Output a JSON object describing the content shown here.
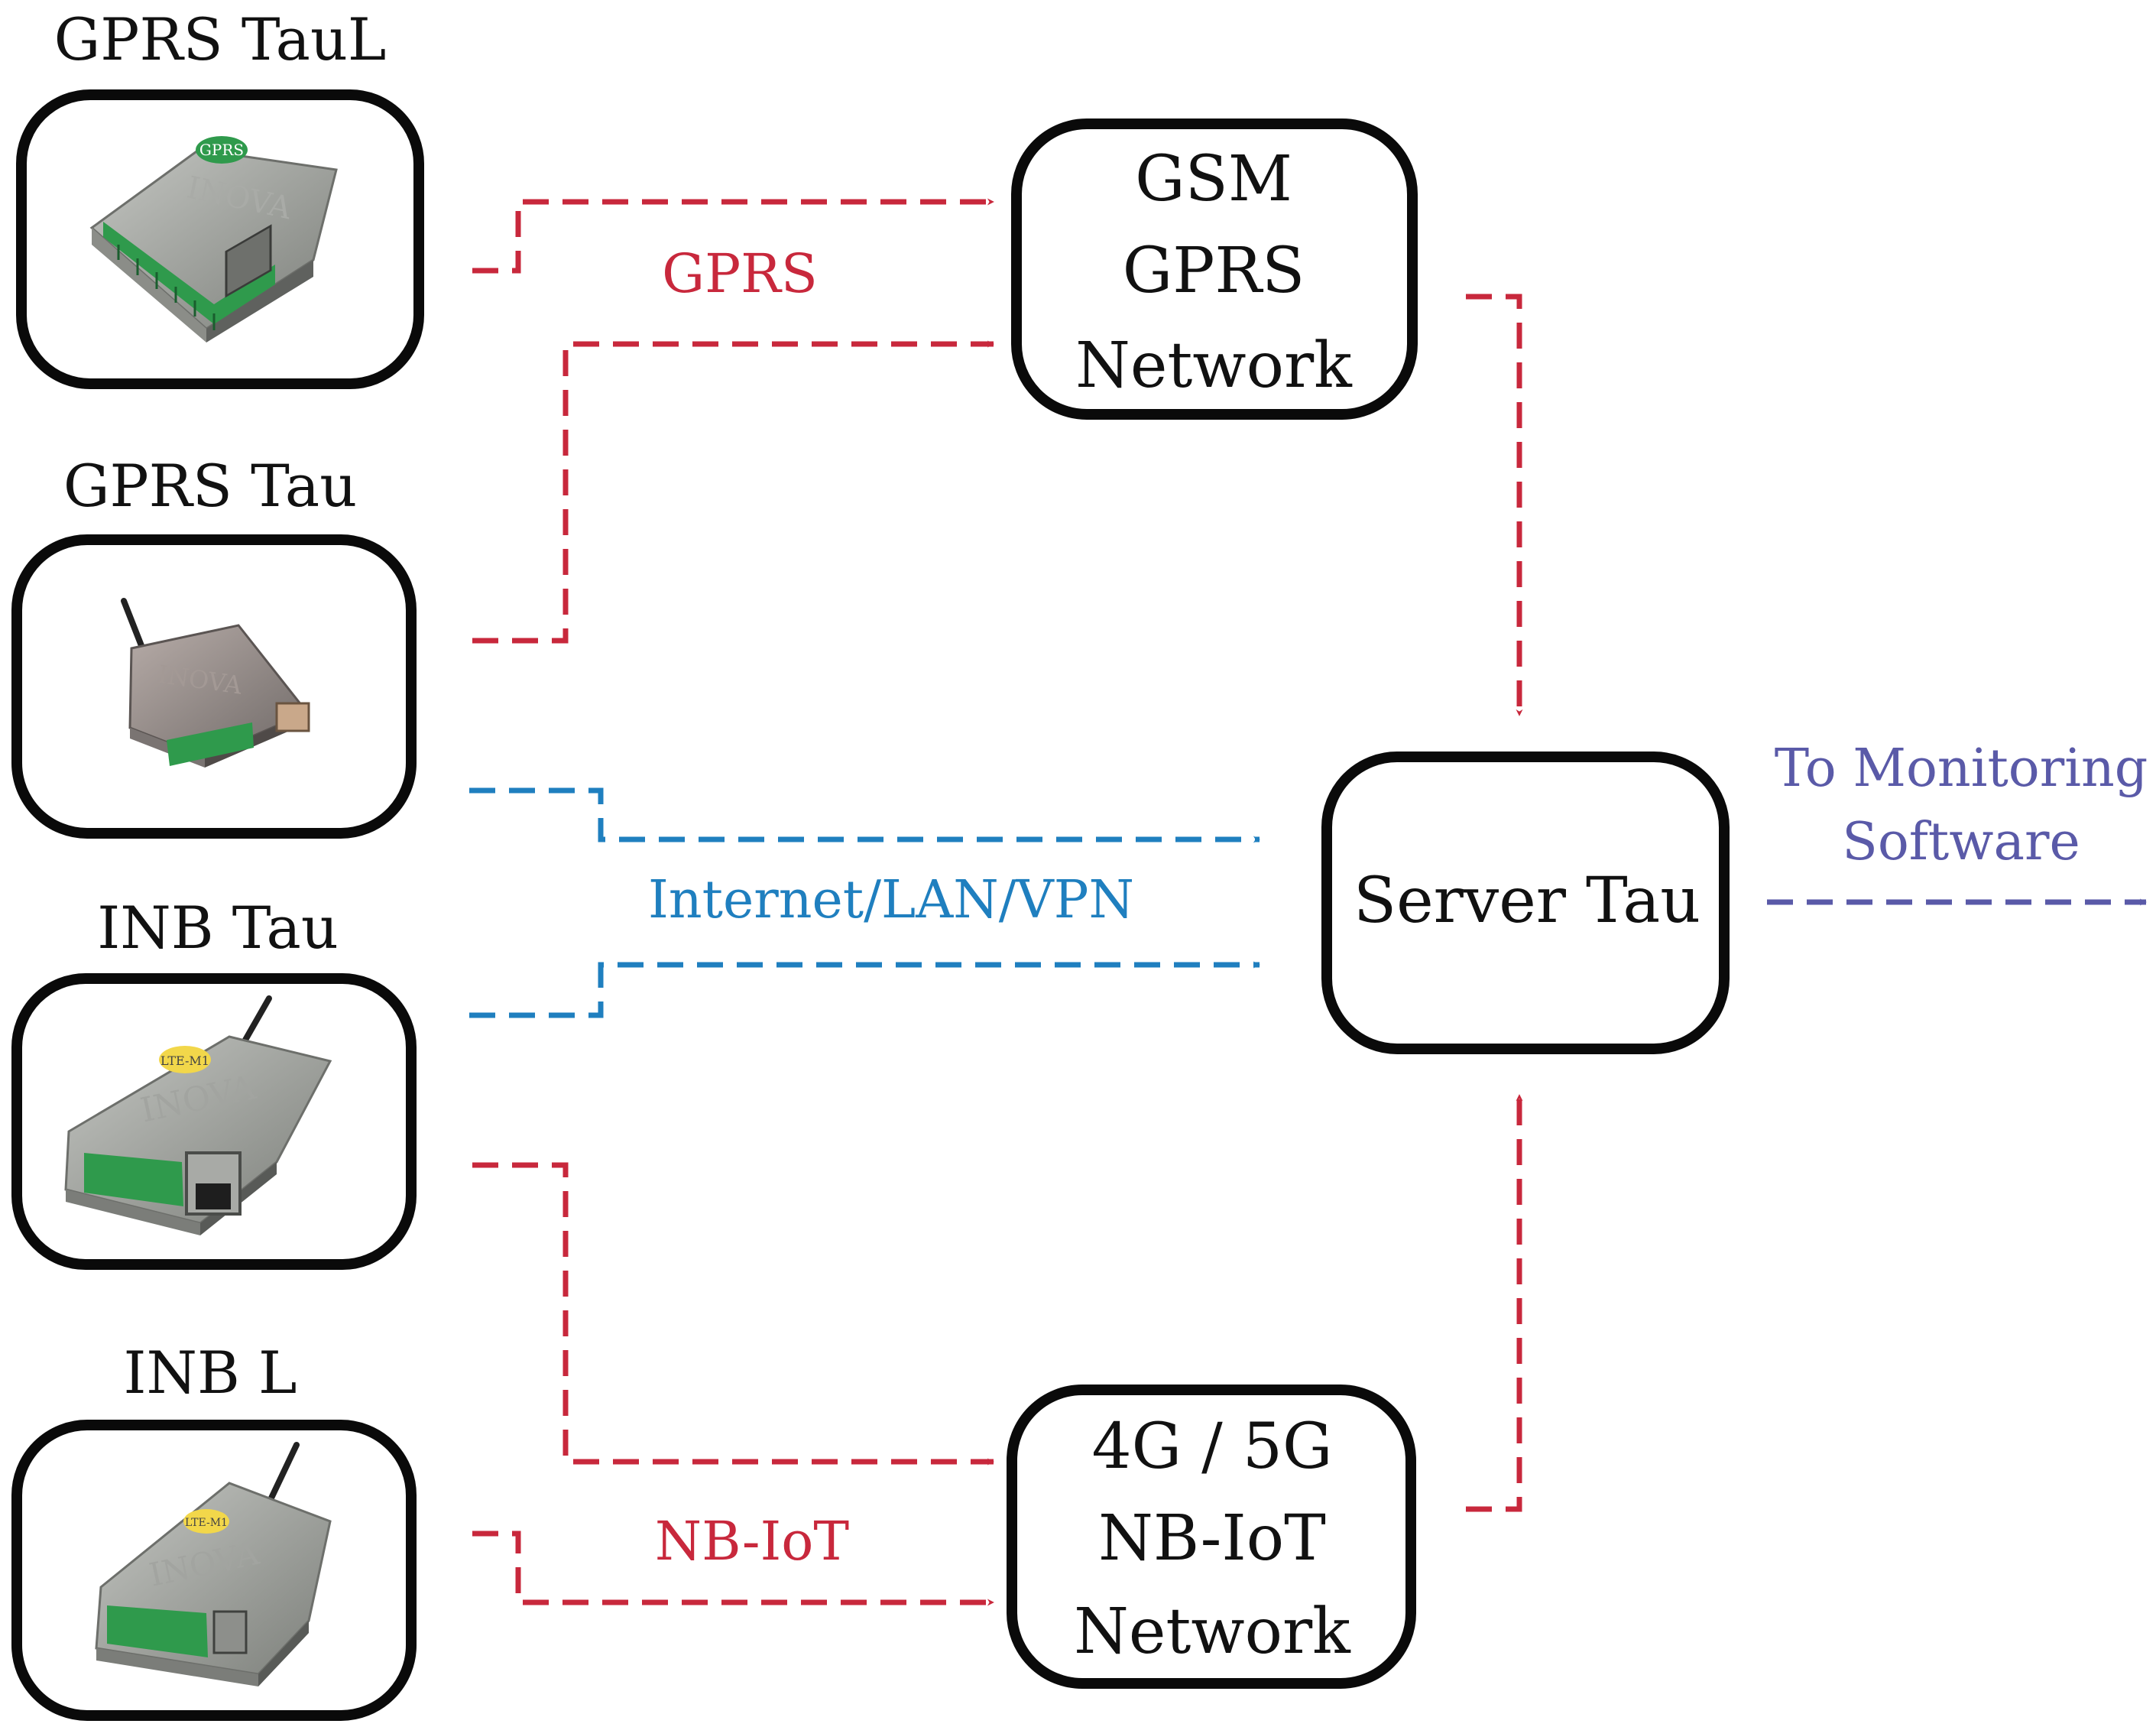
{
  "devices": {
    "gprs_taul": {
      "title": "GPRS TauL",
      "brand": "INOVA",
      "badge": "GPRS"
    },
    "gprs_tau": {
      "title": "GPRS Tau",
      "brand": "INOVA"
    },
    "inb_tau": {
      "title": "INB Tau",
      "brand": "INOVA",
      "badge": "LTE-M1"
    },
    "inb_l": {
      "title": "INB L",
      "brand": "INOVA",
      "badge": "LTE-M1"
    }
  },
  "networks": {
    "gsm": {
      "line1": "GSM",
      "line2": "GPRS",
      "line3": "Network"
    },
    "nbiot": {
      "line1": "4G / 5G",
      "line2": "NB-IoT",
      "line3": "Network"
    }
  },
  "server": {
    "label": "Server Tau"
  },
  "connections": {
    "gprs_label": "GPRS",
    "internet_label": "Internet/LAN/VPN",
    "nbiot_label": "NB-IoT",
    "monitoring_line1": "To Monitoring",
    "monitoring_line2": "Software"
  },
  "colors": {
    "red_link": "#c8283c",
    "blue_link": "#1f7fbf",
    "purple_link": "#5a5aa8",
    "box_border": "#0a0a0a",
    "device_body": "#9a9c98",
    "terminal_green": "#2f9a4c"
  }
}
